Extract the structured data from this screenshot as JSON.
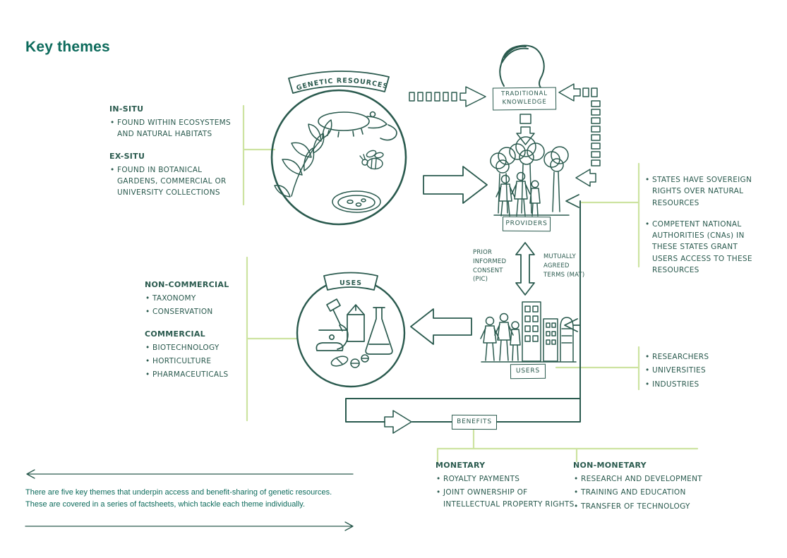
{
  "colors": {
    "ink": "#2a5a4e",
    "accent": "#cde3a1",
    "title": "#0d6b5c"
  },
  "title": "Key themes",
  "genetic_resources": {
    "label": "GENETIC RESOURCES"
  },
  "in_situ": {
    "heading": "IN-SITU",
    "items": [
      "FOUND WITHIN ECOSYSTEMS AND NATURAL HABITATS"
    ]
  },
  "ex_situ": {
    "heading": "EX-SITU",
    "items": [
      "FOUND IN BOTANICAL GARDENS, COMMERCIAL OR UNIVERSITY COLLECTIONS"
    ]
  },
  "traditional_knowledge": {
    "label": "TRADITIONAL KNOWLEDGE"
  },
  "providers": {
    "label": "PROVIDERS"
  },
  "states": {
    "items": [
      "STATES HAVE SOVEREIGN RIGHTS OVER NATURAL RESOURCES",
      "COMPETENT NATIONAL AUTHORITIES (CNAs) IN THESE STATES GRANT USERS ACCESS TO THESE RESOURCES"
    ]
  },
  "exchange": {
    "pic": "PRIOR INFORMED CONSENT (PIC)",
    "mat": "MUTUALLY AGREED TERMS (MAT)"
  },
  "users": {
    "label": "USERS",
    "items": [
      "RESEARCHERS",
      "UNIVERSITIES",
      "INDUSTRIES"
    ]
  },
  "uses": {
    "label": "USES"
  },
  "non_commercial": {
    "heading": "NON-COMMERCIAL",
    "items": [
      "TAXONOMY",
      "CONSERVATION"
    ]
  },
  "commercial": {
    "heading": "COMMERCIAL",
    "items": [
      "BIOTECHNOLOGY",
      "HORTICULTURE",
      "PHARMACEUTICALS"
    ]
  },
  "benefits": {
    "label": "BENEFITS"
  },
  "monetary": {
    "heading": "MONETARY",
    "items": [
      "ROYALTY PAYMENTS",
      "JOINT OWNERSHIP OF INTELLECTUAL PROPERTY RIGHTS"
    ]
  },
  "non_monetary": {
    "heading": "NON-MONETARY",
    "items": [
      "RESEARCH AND DEVELOPMENT",
      "TRAINING AND EDUCATION",
      "TRANSFER OF TECHNOLOGY"
    ]
  },
  "footer": {
    "text": "There are five key themes that underpin access and benefit-sharing of genetic resources. These are covered in a series of factsheets, which tackle each theme individually."
  }
}
